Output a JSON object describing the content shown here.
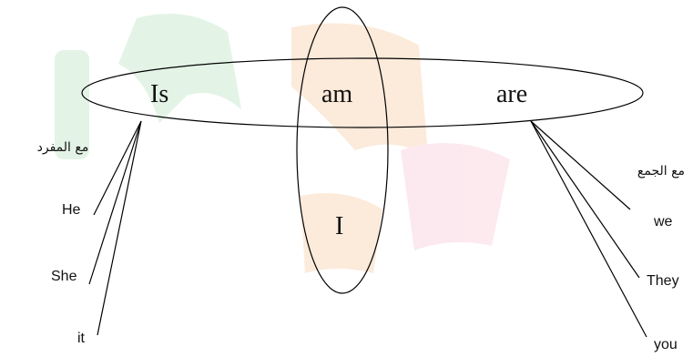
{
  "colors": {
    "stroke": "#000000",
    "text": "#111111",
    "watermark_green": "#7fce8c",
    "watermark_orange": "#f2a25c",
    "watermark_pink": "#f0a0b8"
  },
  "verbs": {
    "is": "Is",
    "am": "am",
    "are": "are",
    "i": "I"
  },
  "singular": {
    "label": "مع المفرد",
    "pronouns": [
      "He",
      "She",
      "it"
    ]
  },
  "plural": {
    "label": "مع الجمع",
    "pronouns": [
      "we",
      "They",
      "you"
    ]
  }
}
